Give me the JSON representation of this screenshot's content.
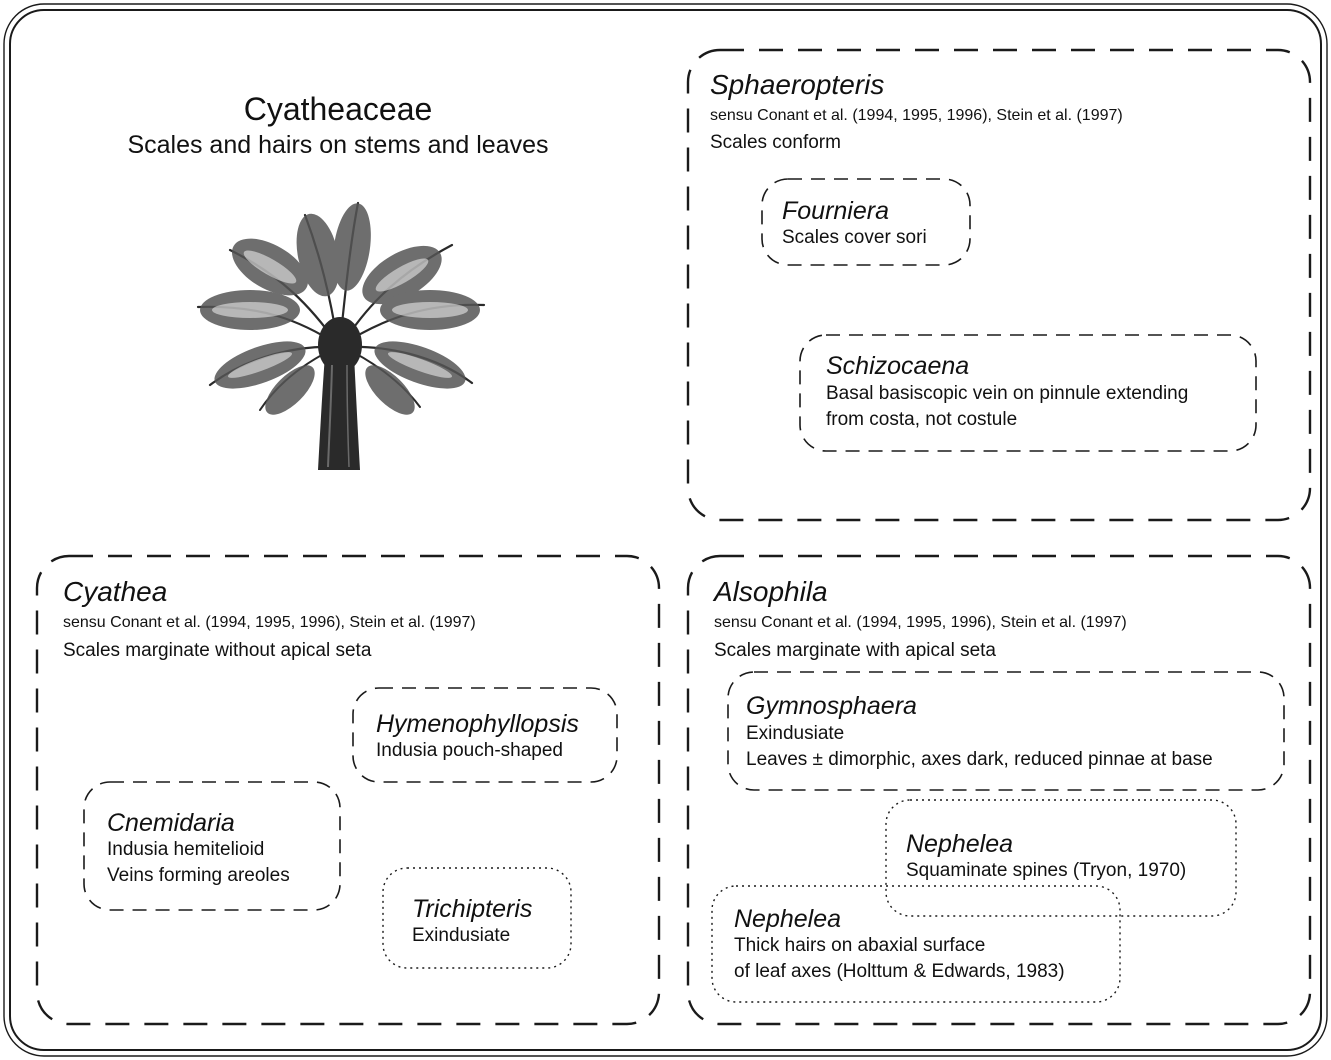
{
  "header": {
    "title": "Cyatheaceae",
    "subtitle": "Scales and hairs on stems and leaves"
  },
  "groups": {
    "sphaeropteris": {
      "name": "Sphaeropteris",
      "citation": "sensu Conant et al. (1994, 1995, 1996), Stein et al. (1997)",
      "trait": "Scales conform"
    },
    "fourniera": {
      "name": "Fourniera",
      "trait": "Scales cover sori"
    },
    "schizocaena": {
      "name": "Schizocaena",
      "trait_line1": "Basal basiscopic vein on pinnule extending",
      "trait_line2": "from costa, not costule"
    },
    "cyathea": {
      "name": "Cyathea",
      "citation": "sensu Conant et al. (1994, 1995, 1996), Stein et al. (1997)",
      "trait": "Scales marginate without apical seta"
    },
    "hymenophyllopsis": {
      "name": "Hymenophyllopsis",
      "trait": "Indusia pouch-shaped"
    },
    "cnemidaria": {
      "name": "Cnemidaria",
      "trait_line1": "Indusia hemitelioid",
      "trait_line2": "Veins forming areoles"
    },
    "trichipteris": {
      "name": "Trichipteris",
      "trait": "Exindusiate"
    },
    "alsophila": {
      "name": "Alsophila",
      "citation": "sensu Conant et al. (1994, 1995, 1996), Stein et al. (1997)",
      "trait": "Scales marginate with apical seta"
    },
    "gymnosphaera": {
      "name": "Gymnosphaera",
      "trait_line1": "Exindusiate",
      "trait_line2": "Leaves ± dimorphic, axes dark, reduced pinnae at base"
    },
    "nephelea_tryon": {
      "name": "Nephelea",
      "trait": "Squaminate spines (Tryon, 1970)"
    },
    "nephelea_holttum": {
      "name": "Nephelea",
      "trait_line1": "Thick hairs on abaxial surface",
      "trait_line2": "of leaf axes (Holttum & Edwards, 1983)"
    }
  },
  "colors": {
    "line": "#1a1a1a",
    "tree_dark": "#2a2a2a",
    "tree_mid": "#555555"
  },
  "icons": {
    "illustration": "tree-fern-icon"
  }
}
